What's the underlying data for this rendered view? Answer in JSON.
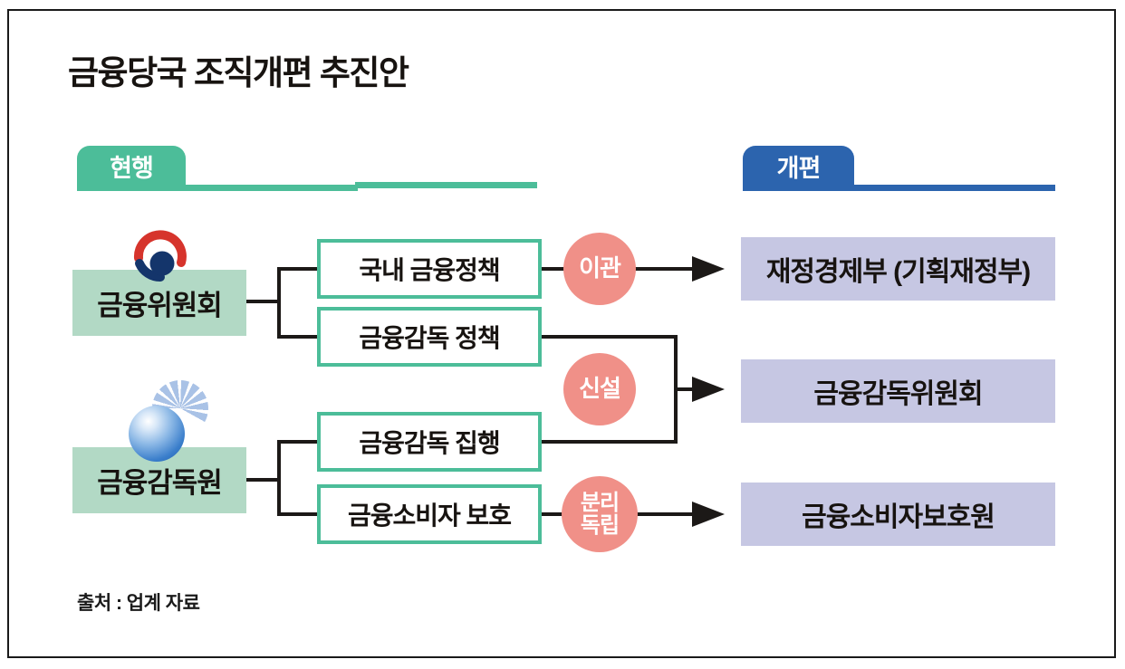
{
  "title": "금융당국 조직개편 추진안",
  "source": "출처 : 업계 자료",
  "sections": {
    "current": {
      "label": "현행"
    },
    "reform": {
      "label": "개편"
    }
  },
  "current_orgs": [
    {
      "name": "금융위원회",
      "icon": "korea-gov-taegeuk-icon"
    },
    {
      "name": "금융감독원",
      "icon": "fss-globe-icon"
    }
  ],
  "functions": [
    {
      "label": "국내 금융정책"
    },
    {
      "label": "금융감독 정책"
    },
    {
      "label": "금융감독 집행"
    },
    {
      "label": "금융소비자 보호"
    }
  ],
  "actions": [
    {
      "label": "이관"
    },
    {
      "label": "신설"
    },
    {
      "label_line1": "분리",
      "label_line2": "독립"
    }
  ],
  "reform_orgs": [
    {
      "name": "재정경제부 (기획재정부)"
    },
    {
      "name": "금융감독위원회"
    },
    {
      "name": "금융소비자보호원"
    }
  ],
  "colors": {
    "green": "#4cbd99",
    "green_fill": "#b2d9c5",
    "blue": "#2c64ae",
    "lavender": "#c6c7e3",
    "salmon": "#f09088",
    "ink": "#1c1917"
  }
}
